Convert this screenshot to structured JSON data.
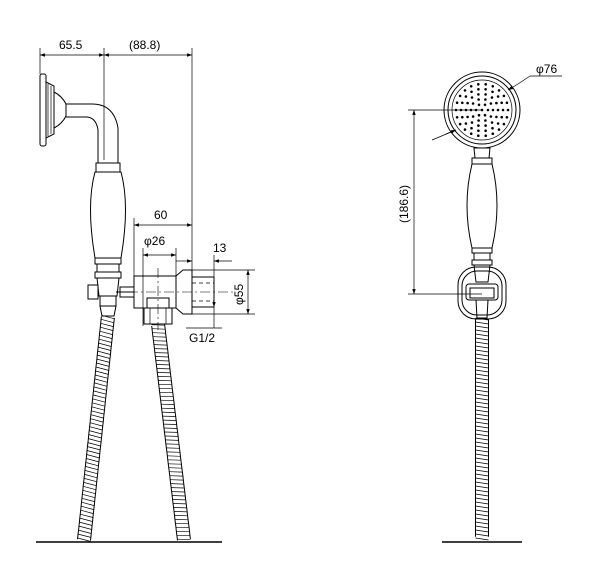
{
  "dimensions": {
    "d_65_5": "65.5",
    "d_88_8": "(88.8)",
    "d_60": "60",
    "d_phi26": "φ26",
    "d_13": "13",
    "d_phi55": "φ55",
    "d_g12": "G1/2",
    "d_phi76": "φ76",
    "d_186_6": "(186.6)"
  }
}
